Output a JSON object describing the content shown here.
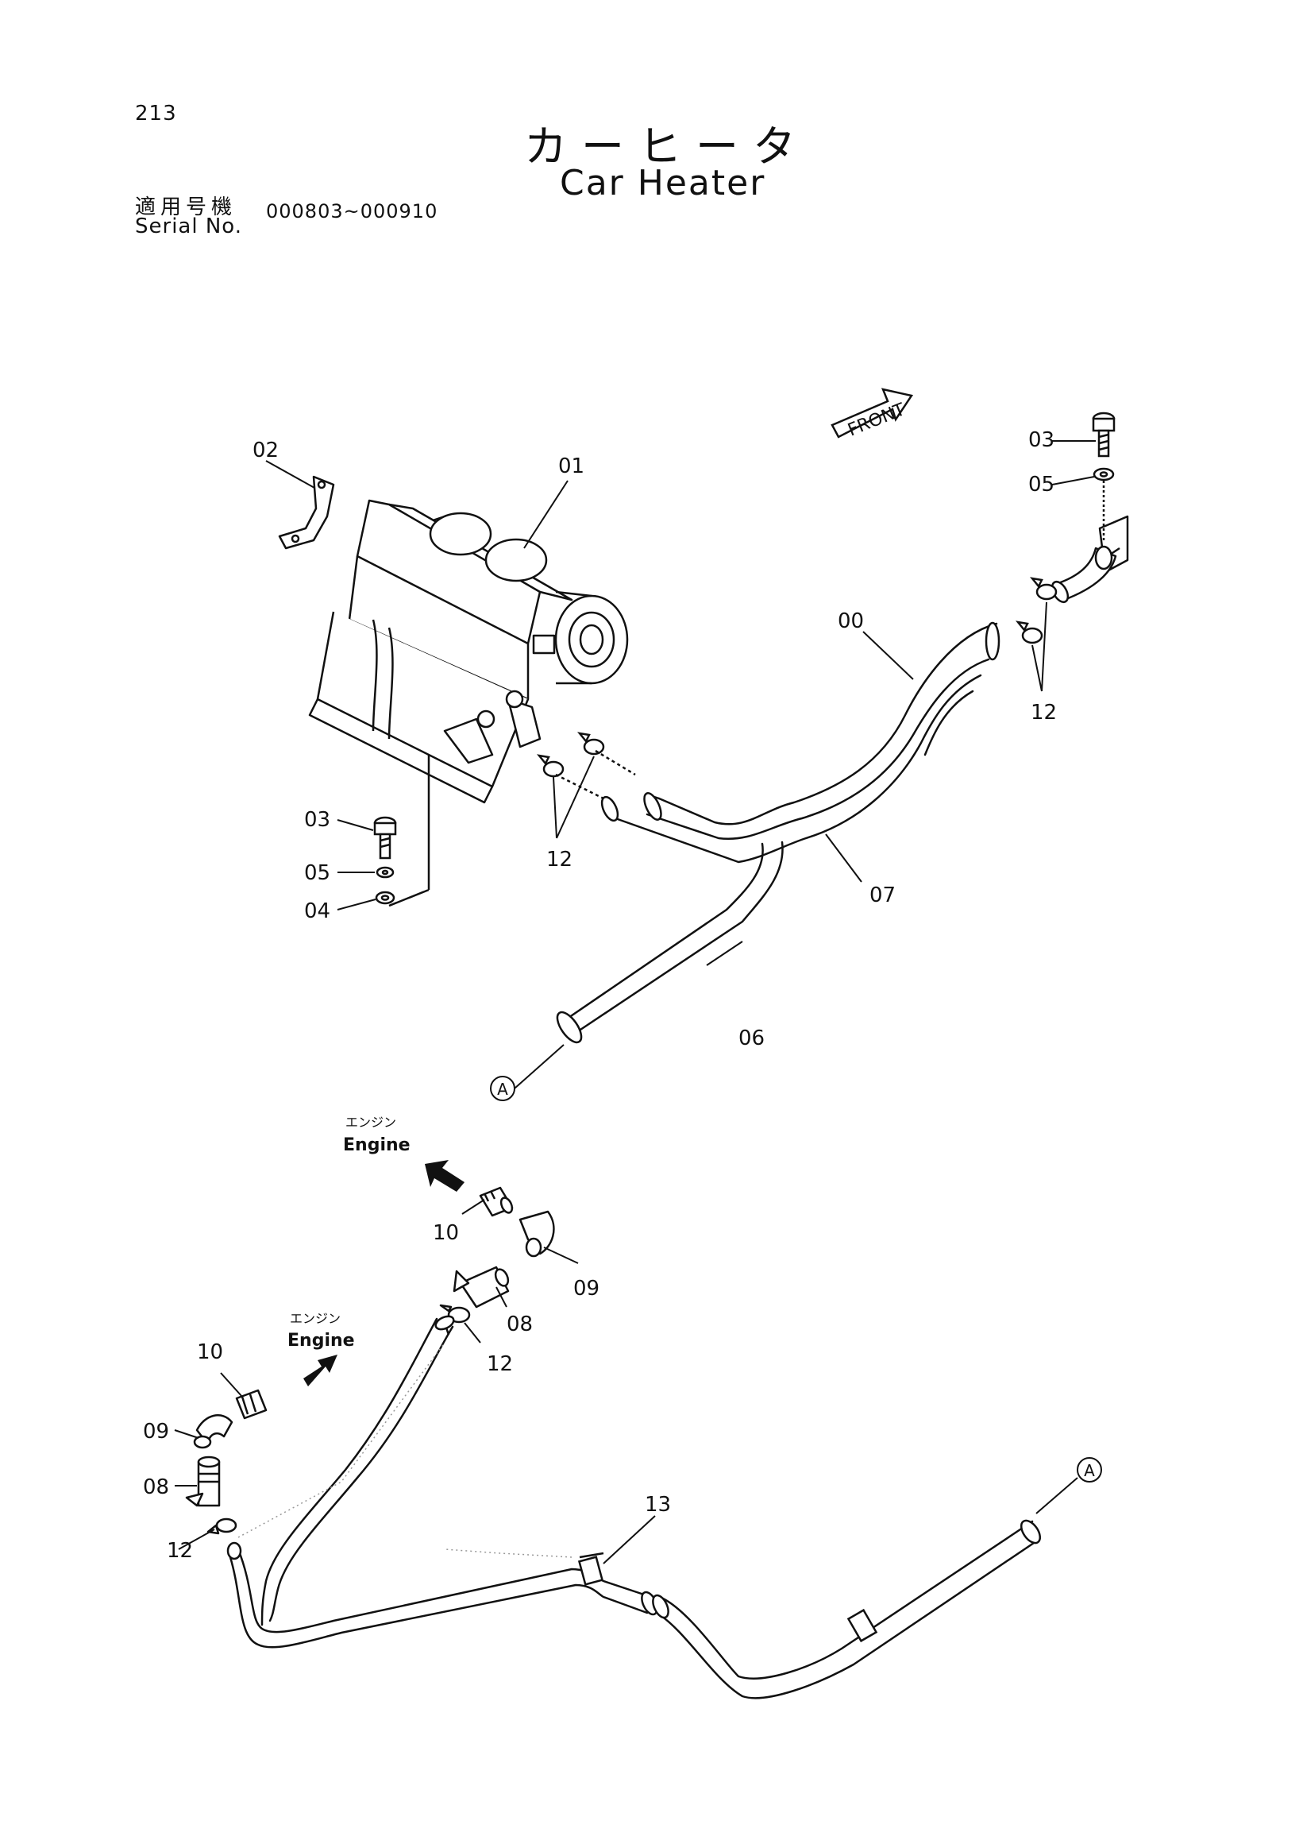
{
  "header": {
    "page_number": "213",
    "title_jp": "カーヒータ",
    "title_en": "Car Heater",
    "serial_label_jp": "適用号機",
    "serial_label_en": "Serial No.",
    "serial_range": "000803~000910"
  },
  "front_label": "FRONT",
  "engine_labels": [
    {
      "jp": "エンジン",
      "en": "Engine"
    },
    {
      "jp": "エンジン",
      "en": "Engine"
    }
  ],
  "callouts": {
    "c00": "00",
    "c01": "01",
    "c02": "02",
    "c03a": "03",
    "c03b": "03",
    "c04": "04",
    "c05a": "05",
    "c05b": "05",
    "c06": "06",
    "c07": "07",
    "c08a": "08",
    "c08b": "08",
    "c09a": "09",
    "c09b": "09",
    "c10a": "10",
    "c10b": "10",
    "c12a": "12",
    "c12b": "12",
    "c12c": "12",
    "c12d": "12",
    "c13": "13",
    "refA1": "A",
    "refA2": "A"
  }
}
